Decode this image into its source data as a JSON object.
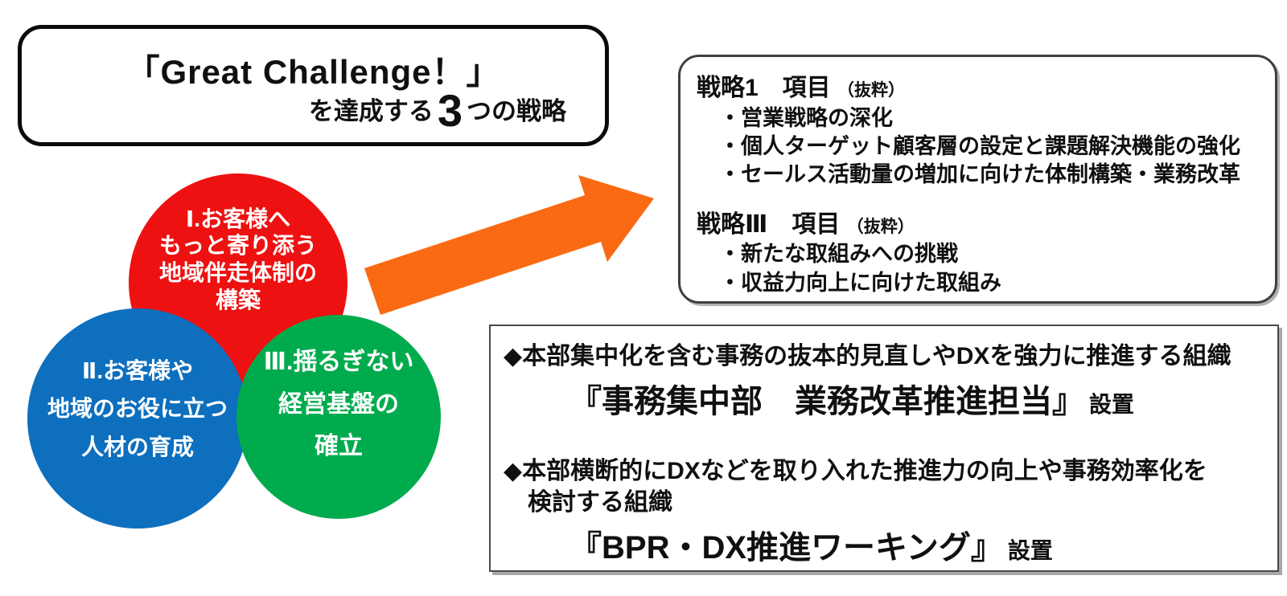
{
  "title_box": {
    "line1": "「Great Challenge！」",
    "line2_prefix": "を達成する",
    "line2_number": "3",
    "line2_suffix": "つの戦略"
  },
  "circles": [
    {
      "id": "strategy-1",
      "color": "#ee1111",
      "lines": [
        "Ⅰ.お客様へ",
        "もっと寄り添う",
        "地域伴走体制の",
        "構築"
      ]
    },
    {
      "id": "strategy-2",
      "color": "#0d6fbe",
      "lines": [
        "Ⅱ.お客様や",
        "地域のお役に立つ",
        "人材の育成"
      ]
    },
    {
      "id": "strategy-3",
      "color": "#00ab4e",
      "lines": [
        "Ⅲ.揺るぎない",
        "経営基盤の",
        "確立"
      ]
    }
  ],
  "strategy_box": {
    "sections": [
      {
        "heading": "戦略1　項目",
        "note": "（抜粋）",
        "bullets": [
          "・営業戦略の深化",
          "・個人ターゲット顧客層の設定と課題解決機能の強化",
          "・セールス活動量の増加に向けた体制構築・業務改革"
        ]
      },
      {
        "heading": "戦略Ⅲ　項目",
        "note": "（抜粋）",
        "bullets": [
          "・新たな取組みへの挑戦",
          "・収益力向上に向けた取組み"
        ]
      }
    ]
  },
  "org_box": {
    "items": [
      {
        "desc1": "◆本部集中化を含む事務の抜本的見直しやDXを強力に推進する組織",
        "name": "『事務集中部　業務改革推進担当』",
        "suffix": "設置"
      },
      {
        "desc1": "◆本部横断的にDXなどを取り入れた推進力の向上や事務効率化を",
        "desc2": "検討する組織",
        "name": "『BPR・DX推進ワーキング』",
        "suffix": "設置"
      }
    ]
  },
  "colors": {
    "circle_red": "#ee1111",
    "circle_blue": "#0d6fbe",
    "circle_green": "#00ab4e",
    "arrow_orange": "#f96a13",
    "border_black": "#0b0b0b"
  }
}
